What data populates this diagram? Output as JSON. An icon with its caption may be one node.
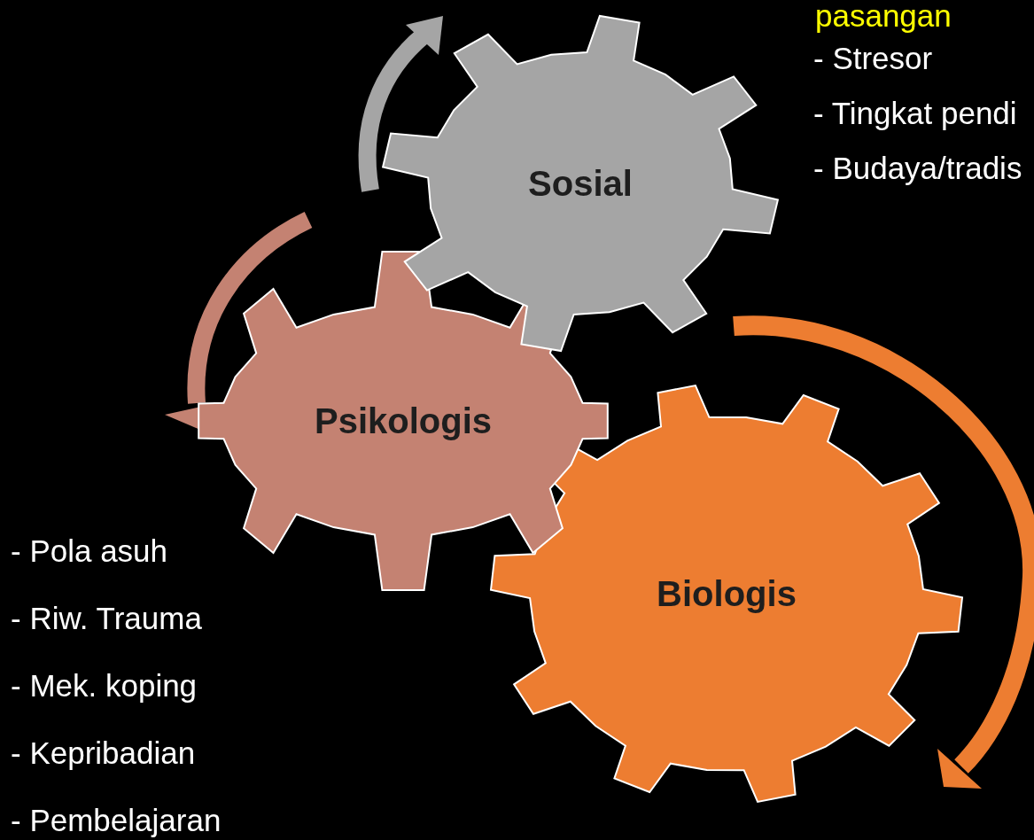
{
  "diagram": {
    "nodes": [
      {
        "text": [
          "Sosial"
        ]
      },
      {
        "text": [
          "Psikologis"
        ]
      },
      {
        "text": [
          "Biologis"
        ]
      }
    ],
    "labels": [
      "pasangan",
      "- Stresor",
      "- Tingkat pendi",
      "- Budaya/tradis",
      "- Pola asuh",
      "- Riw. Trauma",
      "- Mek. koping",
      "- Kepribadian",
      "- Pembelajaran"
    ]
  }
}
